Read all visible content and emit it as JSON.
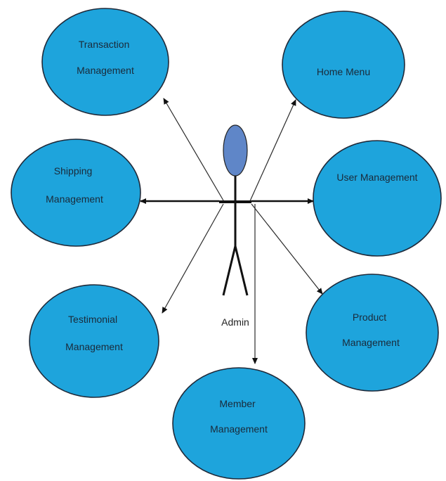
{
  "colors": {
    "use_case_fill": "#1ea4dc",
    "use_case_stroke": "#1f2a3a",
    "actor_head_fill": "#5f86c8",
    "line": "#2b2b2b"
  },
  "actor": {
    "label": "Admin"
  },
  "use_cases": [
    {
      "id": "transaction",
      "lines": [
        "Transaction",
        "Management"
      ]
    },
    {
      "id": "home",
      "lines": [
        "Home Menu"
      ]
    },
    {
      "id": "shipping",
      "lines": [
        "Shipping",
        "Management"
      ]
    },
    {
      "id": "user",
      "lines": [
        "User Management"
      ]
    },
    {
      "id": "testimonial",
      "lines": [
        "Testimonial",
        "Management"
      ]
    },
    {
      "id": "product",
      "lines": [
        "Product",
        "Management"
      ]
    },
    {
      "id": "member",
      "lines": [
        "Member",
        "Management"
      ]
    }
  ]
}
